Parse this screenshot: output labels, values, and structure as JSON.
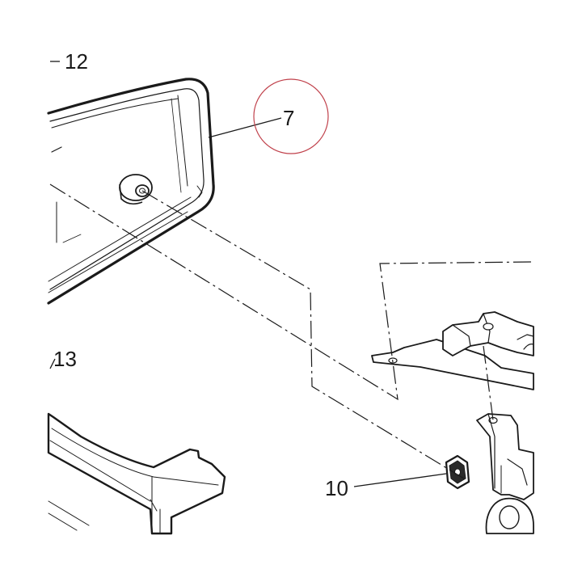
{
  "diagram": {
    "labels": {
      "part_12": "12",
      "part_7": "7",
      "part_13": "13",
      "part_10": "10"
    },
    "highlight_color": "#c0414b",
    "line_color": "#1a1a1a"
  }
}
